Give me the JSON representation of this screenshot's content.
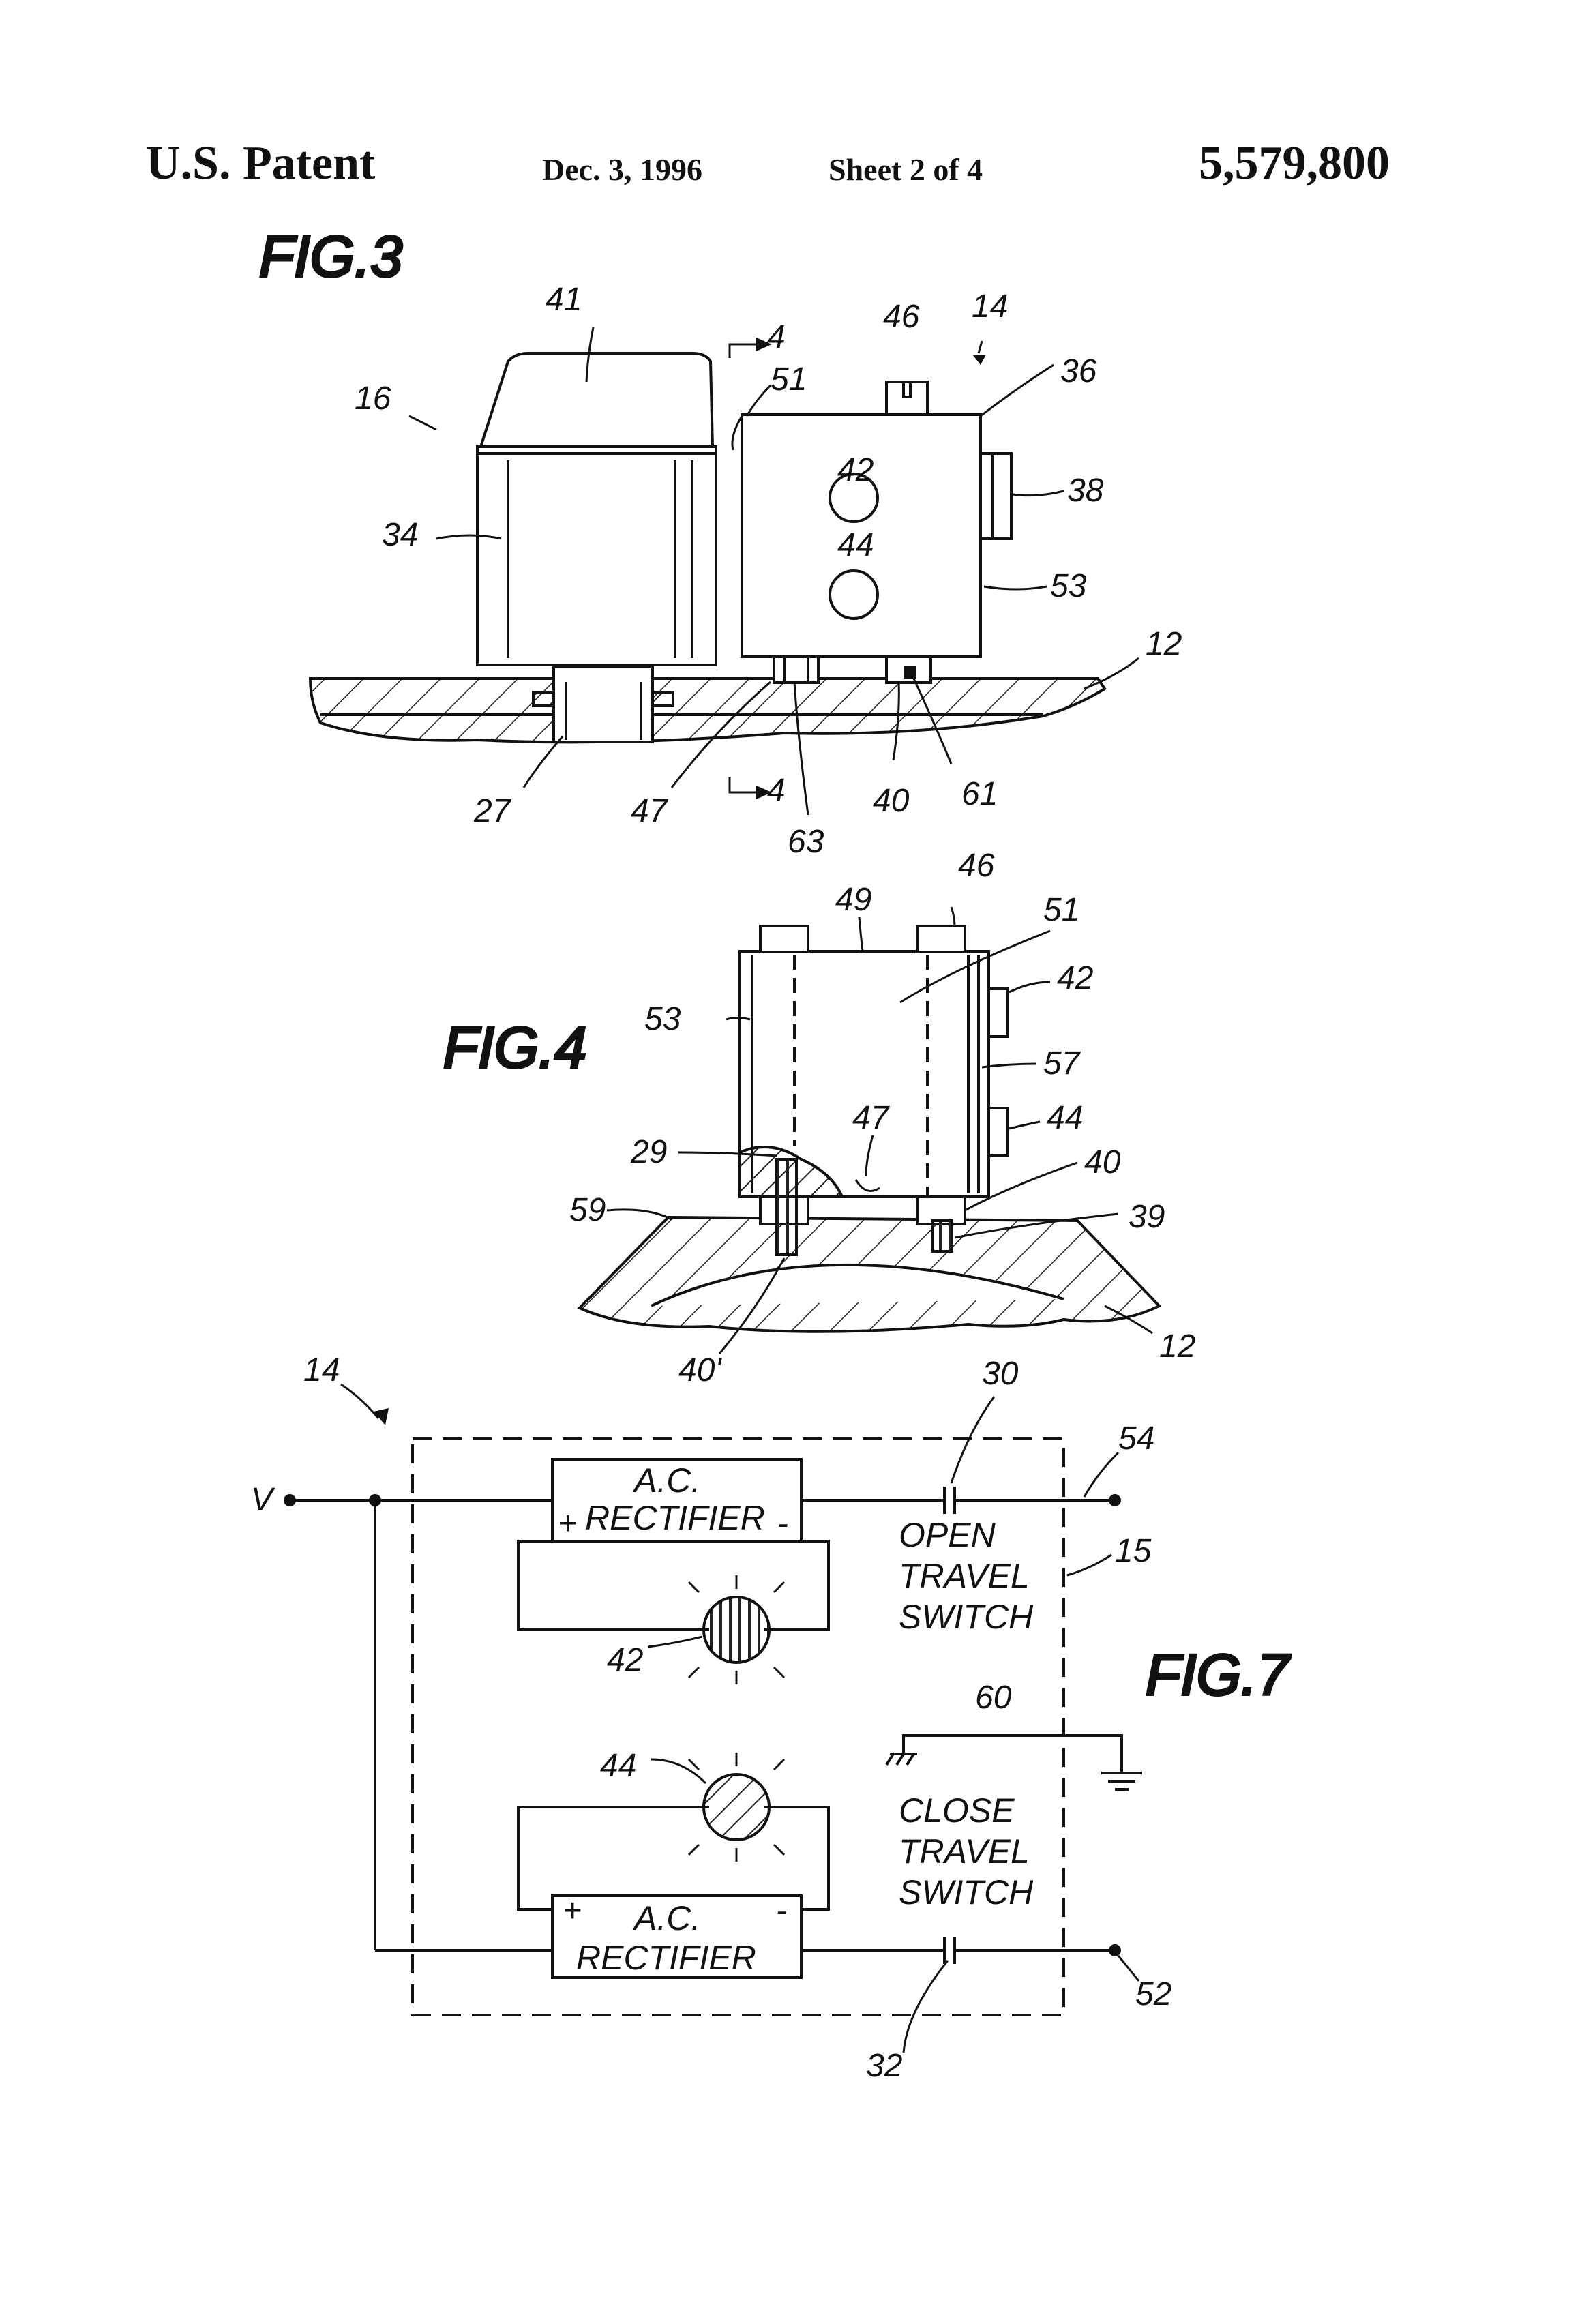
{
  "header": {
    "title": "U.S. Patent",
    "date": "Dec. 3, 1996",
    "sheet": "Sheet 2 of 4",
    "patent_number": "5,579,800"
  },
  "fig3": {
    "label": "FIG.3",
    "refs": {
      "r41": "41",
      "r16": "16",
      "r34": "34",
      "r4a": "4",
      "r4b": "4",
      "r51": "51",
      "r46": "46",
      "r14": "14",
      "r36": "36",
      "r42": "42",
      "r38": "38",
      "r44": "44",
      "r53": "53",
      "r12": "12",
      "r27": "27",
      "r47": "47",
      "r63": "63",
      "r40": "40",
      "r61": "61"
    }
  },
  "fig4": {
    "label": "FIG.4",
    "refs": {
      "r49": "49",
      "r46": "46",
      "r51": "51",
      "r53": "53",
      "r42": "42",
      "r57": "57",
      "r44": "44",
      "r47": "47",
      "r29": "29",
      "r40": "40",
      "r59": "59",
      "r39": "39",
      "r40p": "40'",
      "r12": "12"
    }
  },
  "fig7": {
    "label": "FIG.7",
    "refs": {
      "r14": "14",
      "r30": "30",
      "r54": "54",
      "r15": "15",
      "r60": "60",
      "r44": "44",
      "r42": "42",
      "r52": "52",
      "r32": "32",
      "rV": "V"
    },
    "rect_top": {
      "line1": "A.C.",
      "line2": "RECTIFIER",
      "plus": "+",
      "minus": "-"
    },
    "rect_bottom": {
      "line1": "A.C.",
      "line2": "RECTIFIER",
      "plus": "+",
      "minus": "-"
    },
    "open_switch": [
      "OPEN",
      "TRAVEL",
      "SWITCH"
    ],
    "close_switch": [
      "CLOSE",
      "TRAVEL",
      "SWITCH"
    ]
  }
}
